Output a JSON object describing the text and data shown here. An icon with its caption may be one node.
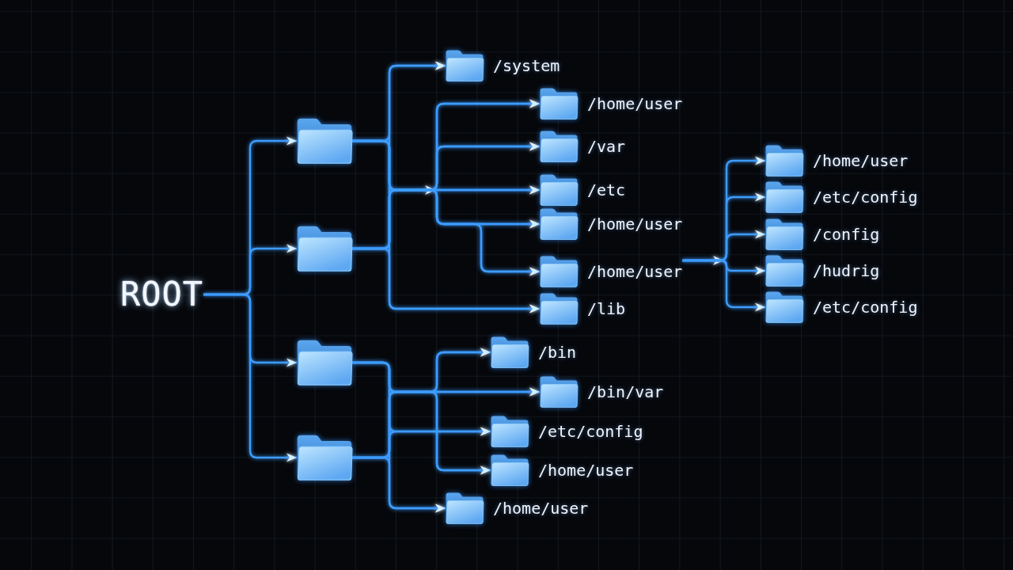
{
  "diagram": {
    "nodes": [
      {
        "text": [
          "ROOT"
        ]
      },
      {
        "text": [],
        "shape": "folder"
      },
      {
        "text": [],
        "shape": "folder"
      },
      {
        "text": [],
        "shape": "folder"
      },
      {
        "text": [],
        "shape": "folder"
      },
      {
        "text": [
          "/system"
        ]
      },
      {
        "text": [
          "/home/user"
        ]
      },
      {
        "text": [
          "/var"
        ]
      },
      {
        "text": [
          "/etc"
        ]
      },
      {
        "text": [
          "/home/user"
        ]
      },
      {
        "text": [
          "/home/user"
        ]
      },
      {
        "text": [
          "/lib"
        ]
      },
      {
        "text": [
          "/home/user"
        ]
      },
      {
        "text": [
          "/etc/config"
        ]
      },
      {
        "text": [
          "/config"
        ]
      },
      {
        "text": [
          "/hudrig"
        ]
      },
      {
        "text": [
          "/etc/config"
        ]
      },
      {
        "text": [
          "/bin"
        ]
      },
      {
        "text": [
          "/bin/var"
        ]
      },
      {
        "text": [
          "/etc/config"
        ]
      },
      {
        "text": [
          "/home/user"
        ]
      },
      {
        "text": [
          "/home/user"
        ]
      }
    ],
    "edges": [
      {
        "from": 0,
        "to": 1,
        "arrow": "to"
      },
      {
        "from": 0,
        "to": 2,
        "arrow": "to"
      },
      {
        "from": 0,
        "to": 3,
        "arrow": "to"
      },
      {
        "from": 0,
        "to": 4,
        "arrow": "to"
      },
      {
        "from": 1,
        "to": 5,
        "arrow": "to"
      },
      {
        "from": 1,
        "to": 6,
        "arrow": "to"
      },
      {
        "from": 1,
        "to": 7,
        "arrow": "to"
      },
      {
        "from": 1,
        "to": 8,
        "arrow": "to"
      },
      {
        "from": 1,
        "to": 9,
        "arrow": "to"
      },
      {
        "from": 1,
        "to": 10,
        "arrow": "to"
      },
      {
        "from": 1,
        "to": 11,
        "arrow": "to"
      },
      {
        "from": 2,
        "to": 5,
        "arrow": "to"
      },
      {
        "from": 2,
        "to": 6,
        "arrow": "to"
      },
      {
        "from": 2,
        "to": 7,
        "arrow": "to"
      },
      {
        "from": 2,
        "to": 8,
        "arrow": "to"
      },
      {
        "from": 2,
        "to": 9,
        "arrow": "to"
      },
      {
        "from": 2,
        "to": 10,
        "arrow": "to"
      },
      {
        "from": 2,
        "to": 11,
        "arrow": "to"
      },
      {
        "from": 10,
        "to": 12,
        "arrow": "to"
      },
      {
        "from": 10,
        "to": 13,
        "arrow": "to"
      },
      {
        "from": 10,
        "to": 14,
        "arrow": "to"
      },
      {
        "from": 10,
        "to": 15,
        "arrow": "to"
      },
      {
        "from": 10,
        "to": 16,
        "arrow": "to"
      },
      {
        "from": 3,
        "to": 17,
        "arrow": "to"
      },
      {
        "from": 3,
        "to": 18,
        "arrow": "to"
      },
      {
        "from": 3,
        "to": 19,
        "arrow": "to"
      },
      {
        "from": 3,
        "to": 20,
        "arrow": "to"
      },
      {
        "from": 3,
        "to": 21,
        "arrow": "to"
      },
      {
        "from": 4,
        "to": 17,
        "arrow": "to"
      },
      {
        "from": 4,
        "to": 18,
        "arrow": "to"
      },
      {
        "from": 4,
        "to": 19,
        "arrow": "to"
      },
      {
        "from": 4,
        "to": 20,
        "arrow": "to"
      },
      {
        "from": 4,
        "to": 21,
        "arrow": "to"
      }
    ]
  }
}
